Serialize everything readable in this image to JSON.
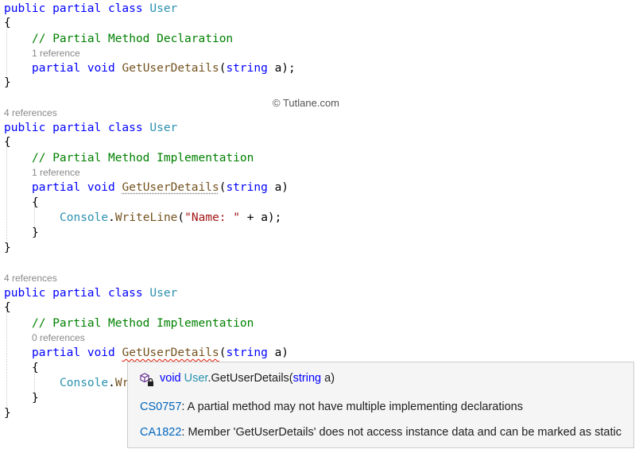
{
  "editor": {
    "block1": {
      "line1": {
        "kw1": "public",
        "kw2": "partial",
        "kw3": "class",
        "type": "User"
      },
      "open_brace": "{",
      "comment": "// Partial Method Declaration",
      "ref": "1 reference",
      "method": {
        "kw1": "partial",
        "kw2": "void",
        "name": "GetUserDetails",
        "lparen": "(",
        "ptype": "string",
        "param": " a);"
      },
      "close_brace": "}"
    },
    "block2": {
      "ref_class": "4 references",
      "line1": {
        "kw1": "public",
        "kw2": "partial",
        "kw3": "class",
        "type": "User"
      },
      "open_brace": "{",
      "comment": "// Partial Method Implementation",
      "ref": "1 reference",
      "method": {
        "kw1": "partial",
        "kw2": "void",
        "name": "GetUserDetails",
        "lparen": "(",
        "ptype": "string",
        "param": " a)"
      },
      "inner_open": "{",
      "call": {
        "type": "Console",
        "dot": ".",
        "method": "WriteLine",
        "lparen": "(",
        "string": "\"Name: \"",
        "rest": " + a);"
      },
      "inner_close": "}",
      "close_brace": "}"
    },
    "block3": {
      "ref_class": "4 references",
      "line1": {
        "kw1": "public",
        "kw2": "partial",
        "kw3": "class",
        "type": "User"
      },
      "open_brace": "{",
      "comment": "// Partial Method Implementation",
      "ref": "0 references",
      "method": {
        "kw1": "partial",
        "kw2": "void",
        "name": "GetUserDetails",
        "lparen": "(",
        "ptype": "string",
        "param": " a)"
      },
      "inner_open": "{",
      "call_partial": {
        "type": "Console",
        "dot": ".",
        "method": "Wr"
      },
      "inner_close": "}",
      "close_brace": "}"
    }
  },
  "watermark": "© Tutlane.com",
  "tooltip": {
    "icon": "method-lock-icon",
    "signature": {
      "kw": "void",
      "type": "User",
      "rest": ".GetUserDetails(",
      "ptype": "string",
      "param": " a)"
    },
    "diagnostics": [
      {
        "code": "CS0757",
        "message": ": A partial method may not have multiple implementing declarations"
      },
      {
        "code": "CA1822",
        "message": ": Member 'GetUserDetails' does not access instance data and can be marked as static"
      }
    ]
  },
  "colors": {
    "keyword": "#0000ff",
    "type": "#2b91af",
    "comment": "#008000",
    "method": "#74531f",
    "string": "#a31515",
    "error_squiggle": "#e51400",
    "link": "#0066bf"
  }
}
